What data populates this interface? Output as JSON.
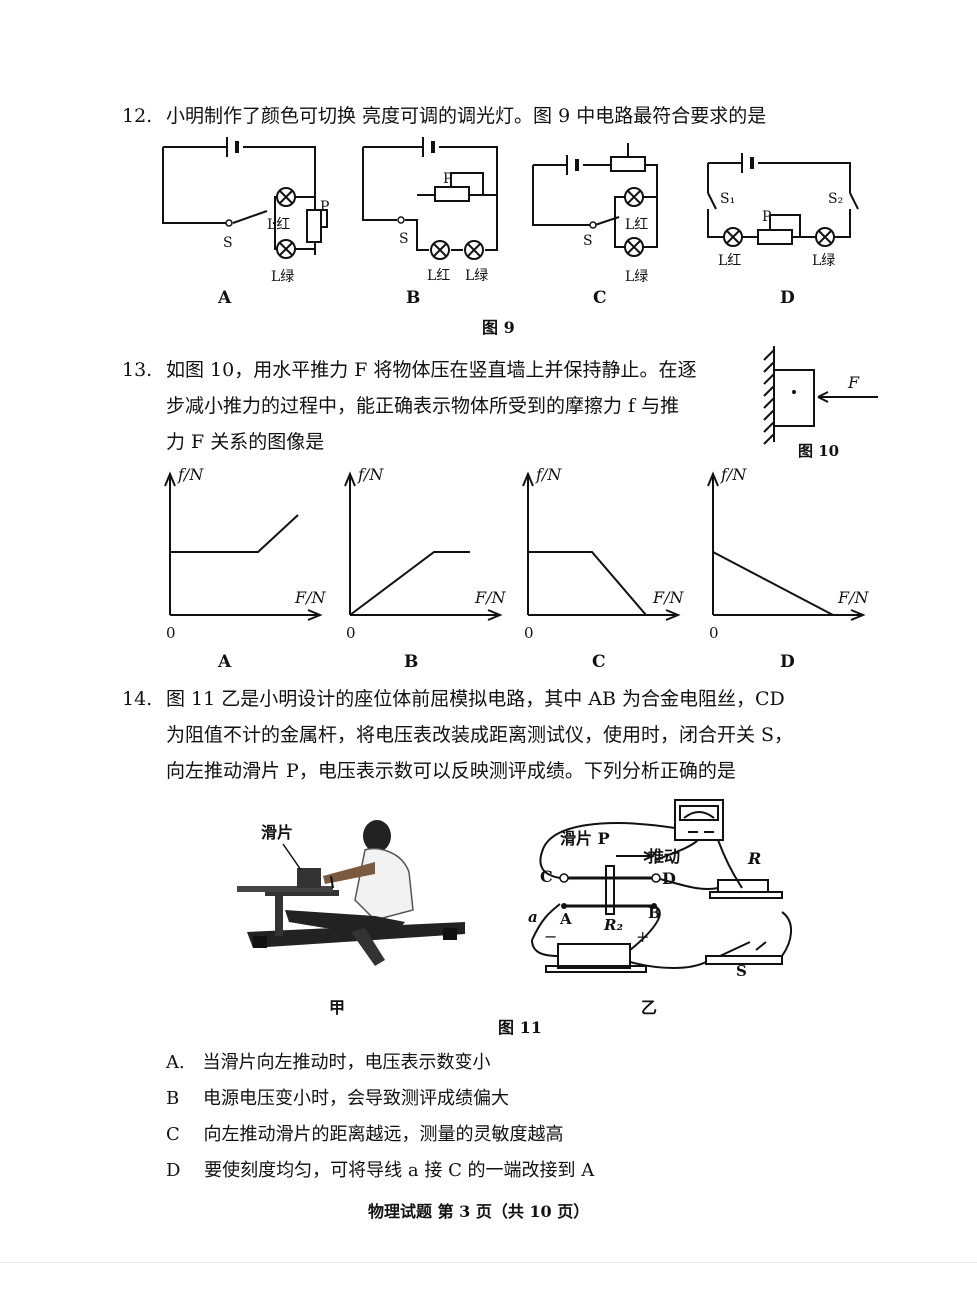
{
  "q12": {
    "number": "12.",
    "text": "小明制作了颜色可切换 亮度可调的调光灯。图 9 中电路最符合要求的是",
    "option_labels": [
      "A",
      "B",
      "C",
      "D"
    ],
    "figure_caption": "图 9",
    "circuit_labels": {
      "P": "P",
      "S": "S",
      "S1": "S₁",
      "S2": "S₂",
      "L_red": "L红",
      "L_green": "L绿"
    }
  },
  "q13": {
    "number": "13.",
    "lines": [
      "如图 10，用水平推力 F 将物体压在竖直墙上并保持静止。在逐",
      "步减小推力的过程中，能正确表示物体所受到的摩擦力 f 与推",
      "力 F 关系的图像是"
    ],
    "figure_caption": "图 10",
    "force_label": "F",
    "graph_y_label": "f/N",
    "graph_x_label": "F/N",
    "graph_origin": "0",
    "option_labels": [
      "A",
      "B",
      "C",
      "D"
    ]
  },
  "q14": {
    "number": "14.",
    "lines": [
      "图 11 乙是小明设计的座位体前屈模拟电路，其中 AB 为合金电阻丝，CD",
      "为阻值不计的金属杆，将电压表改装成距离测试仪，使用时，闭合开关 S，",
      "向左推动滑片 P，电压表示数可以反映测评成绩。下列分析正确的是"
    ],
    "fig_left_label": "滑片",
    "fig_left_caption": "甲",
    "fig_right_caption": "乙",
    "figure_caption": "图 11",
    "circuit_labels": {
      "slider": "滑片 P",
      "push": "推动",
      "C": "C",
      "D": "D",
      "A": "A",
      "B": "B",
      "R2": "R₂",
      "R": "R",
      "S": "S",
      "a": "a",
      "minus": "−",
      "plus": "+"
    },
    "options": [
      {
        "key": "A.",
        "text": "当滑片向左推动时，电压表示数变小"
      },
      {
        "key": "B",
        "text": "电源电压变小时，会导致测评成绩偏大"
      },
      {
        "key": "C",
        "text": "向左推动滑片的距离越远，测量的灵敏度越高"
      },
      {
        "key": "D",
        "text": "要使刻度均匀，可将导线 a 接 C 的一端改接到 A"
      }
    ]
  },
  "footer": "物理试题 第 3 页（共 10 页）"
}
